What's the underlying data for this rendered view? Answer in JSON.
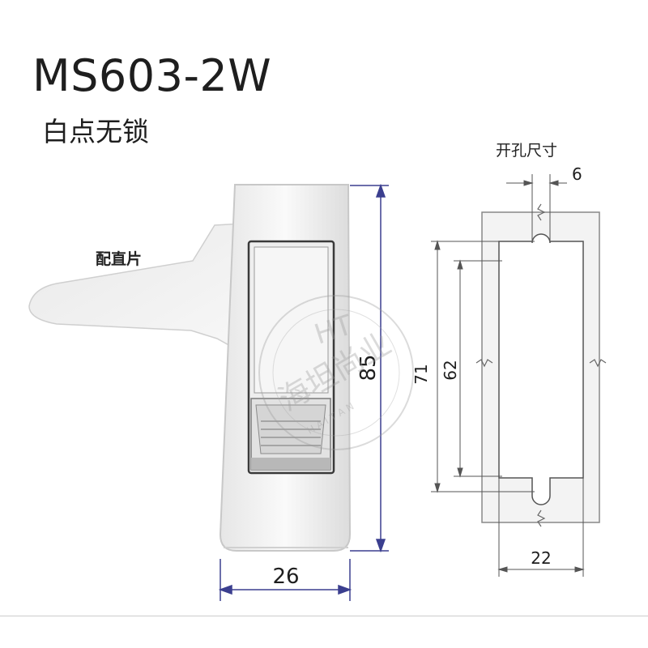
{
  "product": {
    "model": "MS603-2W",
    "subtitle": "白点无锁"
  },
  "latch_view": {
    "accessory_label": "配直片",
    "dim_height": "85",
    "dim_width": "26"
  },
  "cutout_view": {
    "label": "开孔尺寸",
    "dim_slot_width": "6",
    "dim_outer_height": "71",
    "dim_inner_height": "62",
    "dim_width": "22"
  },
  "watermark": {
    "text": "HT 海坦尚业 HAITAN"
  },
  "colors": {
    "dimension_line": "#3b3f8f",
    "outline": "#444444",
    "text": "#1e1e1e",
    "panel_fill": "#f3f3f3"
  }
}
